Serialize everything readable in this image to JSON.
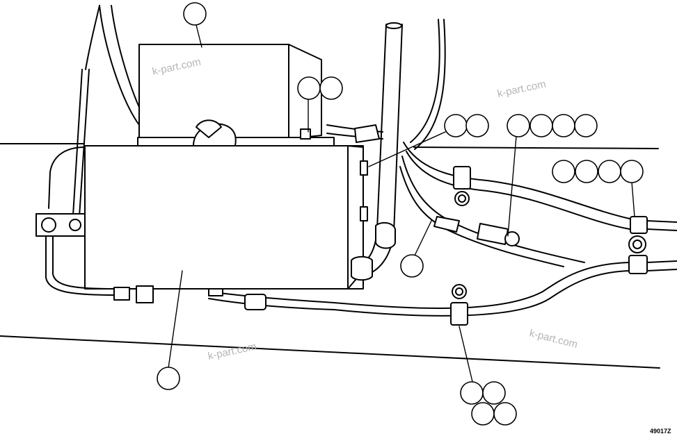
{
  "watermark": "k-part.com",
  "figure_code": "49017Z",
  "callout_groups": [
    {
      "name": "callout-top",
      "count": 1
    },
    {
      "name": "callout-pair-upper",
      "count": 2
    },
    {
      "name": "callout-pair-mid",
      "count": 2
    },
    {
      "name": "callout-quad-mid",
      "count": 4
    },
    {
      "name": "callout-quad-right",
      "count": 4
    },
    {
      "name": "callout-single-hose",
      "count": 1
    },
    {
      "name": "callout-single-bottom",
      "count": 1
    },
    {
      "name": "callout-cluster-bottom",
      "count": 4
    }
  ]
}
